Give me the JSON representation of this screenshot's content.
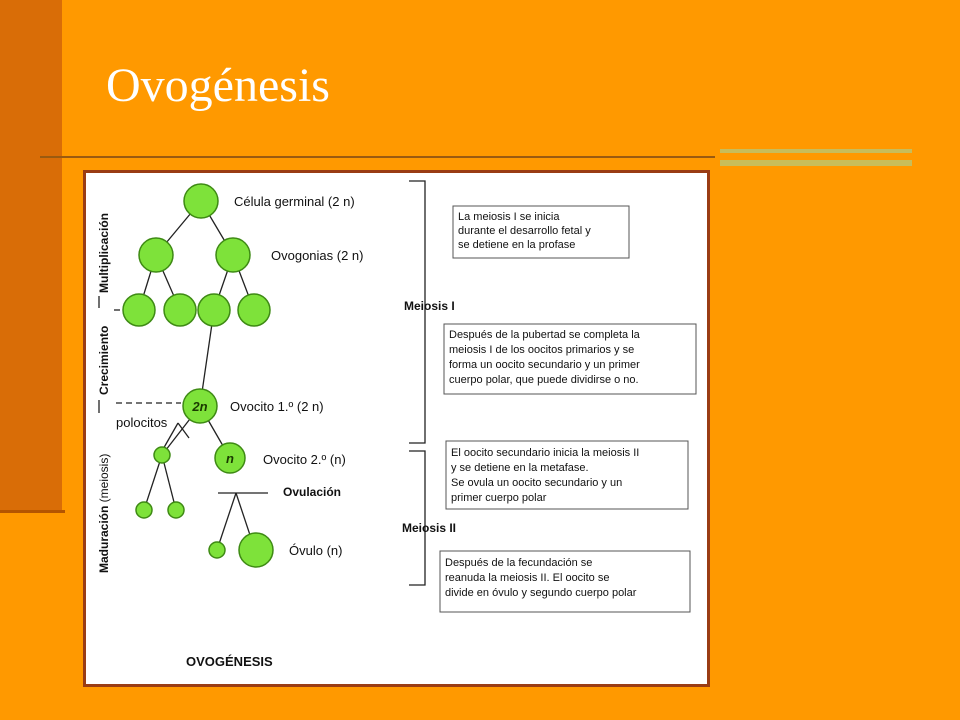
{
  "slide": {
    "title": "Ovogénesis"
  },
  "diagram": {
    "caption": "OVOGÉNESIS",
    "phases": {
      "multiplication": "Multiplicación",
      "growth": "Crecimiento",
      "maturation_bold": "Maduración",
      "maturation_rest": " (meiosis)"
    },
    "stages": {
      "germinal": "Célula germinal (2 n)",
      "oogonia": "Ovogonias (2 n)",
      "primary_oocyte": "Ovocito 1.º (2 n)",
      "secondary_oocyte": "Ovocito 2.º (n)",
      "ovulation": "Ovulación",
      "ovum": "Óvulo (n)",
      "polar_bodies": "polocitos"
    },
    "node_labels": {
      "diploid": "2n",
      "haploid": "n"
    },
    "meiosis": {
      "first": "Meiosis I",
      "second": "Meiosis II"
    },
    "notes": [
      [
        "La meiosis I se inicia",
        "durante el desarrollo fetal y",
        "se detiene en la profase"
      ],
      [
        "Después de la pubertad se completa la",
        "meiosis I de los oocitos primarios y se",
        "forma un oocito secundario y un primer",
        "cuerpo polar, que puede dividirse o no."
      ],
      [
        "El oocito secundario inicia la meiosis II",
        "y se detiene en la metafase.",
        "Se ovula un oocito secundario y un",
        "primer cuerpo polar"
      ],
      [
        "Después de la fecundación se",
        "reanuda la meiosis II. El oocito se",
        "divide en óvulo y segundo cuerpo polar"
      ]
    ]
  }
}
